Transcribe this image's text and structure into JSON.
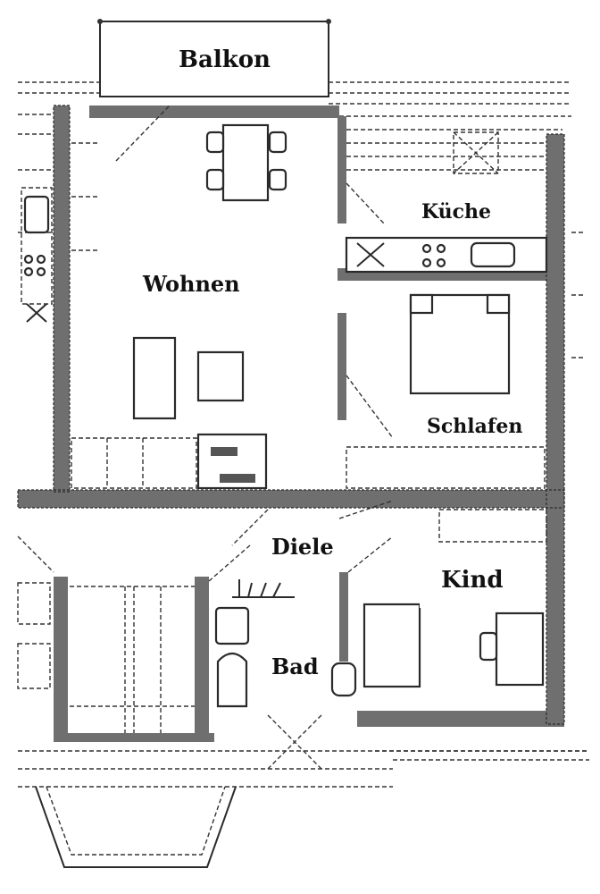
{
  "rooms": {
    "balkon": "Balkon",
    "kueche": "Küche",
    "wohnen": "Wohnen",
    "schlafen": "Schlafen",
    "diele": "Diele",
    "kind": "Kind",
    "bad": "Bad"
  },
  "colors": {
    "wall": "#6f6f6f",
    "line": "#2a2a2a",
    "background": "#ffffff"
  }
}
